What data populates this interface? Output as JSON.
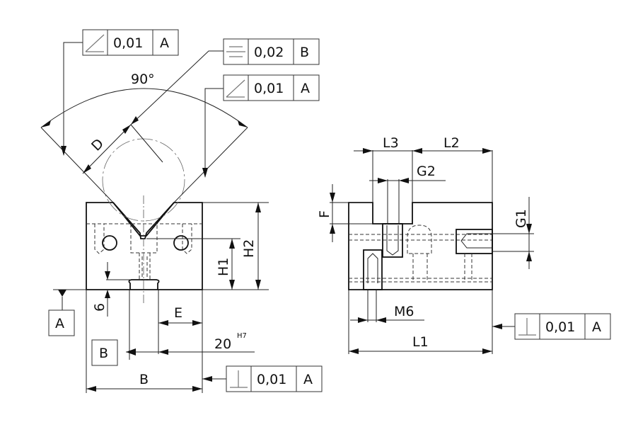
{
  "drawing": {
    "front_view": {
      "angle_label": "90°",
      "dims": {
        "D": "D",
        "H1": "H1",
        "H2": "H2",
        "six": "6",
        "E": "E",
        "bore": "20",
        "bore_fit": "H7",
        "B": "B"
      },
      "datums": {
        "A": "A",
        "B": "B"
      },
      "fcf": [
        {
          "symbol": "angularity-icon",
          "tolerance": "0,01",
          "datum": "A"
        },
        {
          "symbol": "symmetry-icon",
          "tolerance": "0,02",
          "datum": "B"
        },
        {
          "symbol": "angularity-icon",
          "tolerance": "0,01",
          "datum": "A"
        },
        {
          "symbol": "perpendicularity-icon",
          "tolerance": "0,01",
          "datum": "A"
        }
      ]
    },
    "side_view": {
      "dims": {
        "L3": "L3",
        "L2": "L2",
        "G2": "G2",
        "F": "F",
        "G1": "G1",
        "M6": "M6",
        "L1": "L1"
      },
      "fcf": [
        {
          "symbol": "perpendicularity-icon",
          "tolerance": "0,01",
          "datum": "A"
        }
      ]
    }
  }
}
